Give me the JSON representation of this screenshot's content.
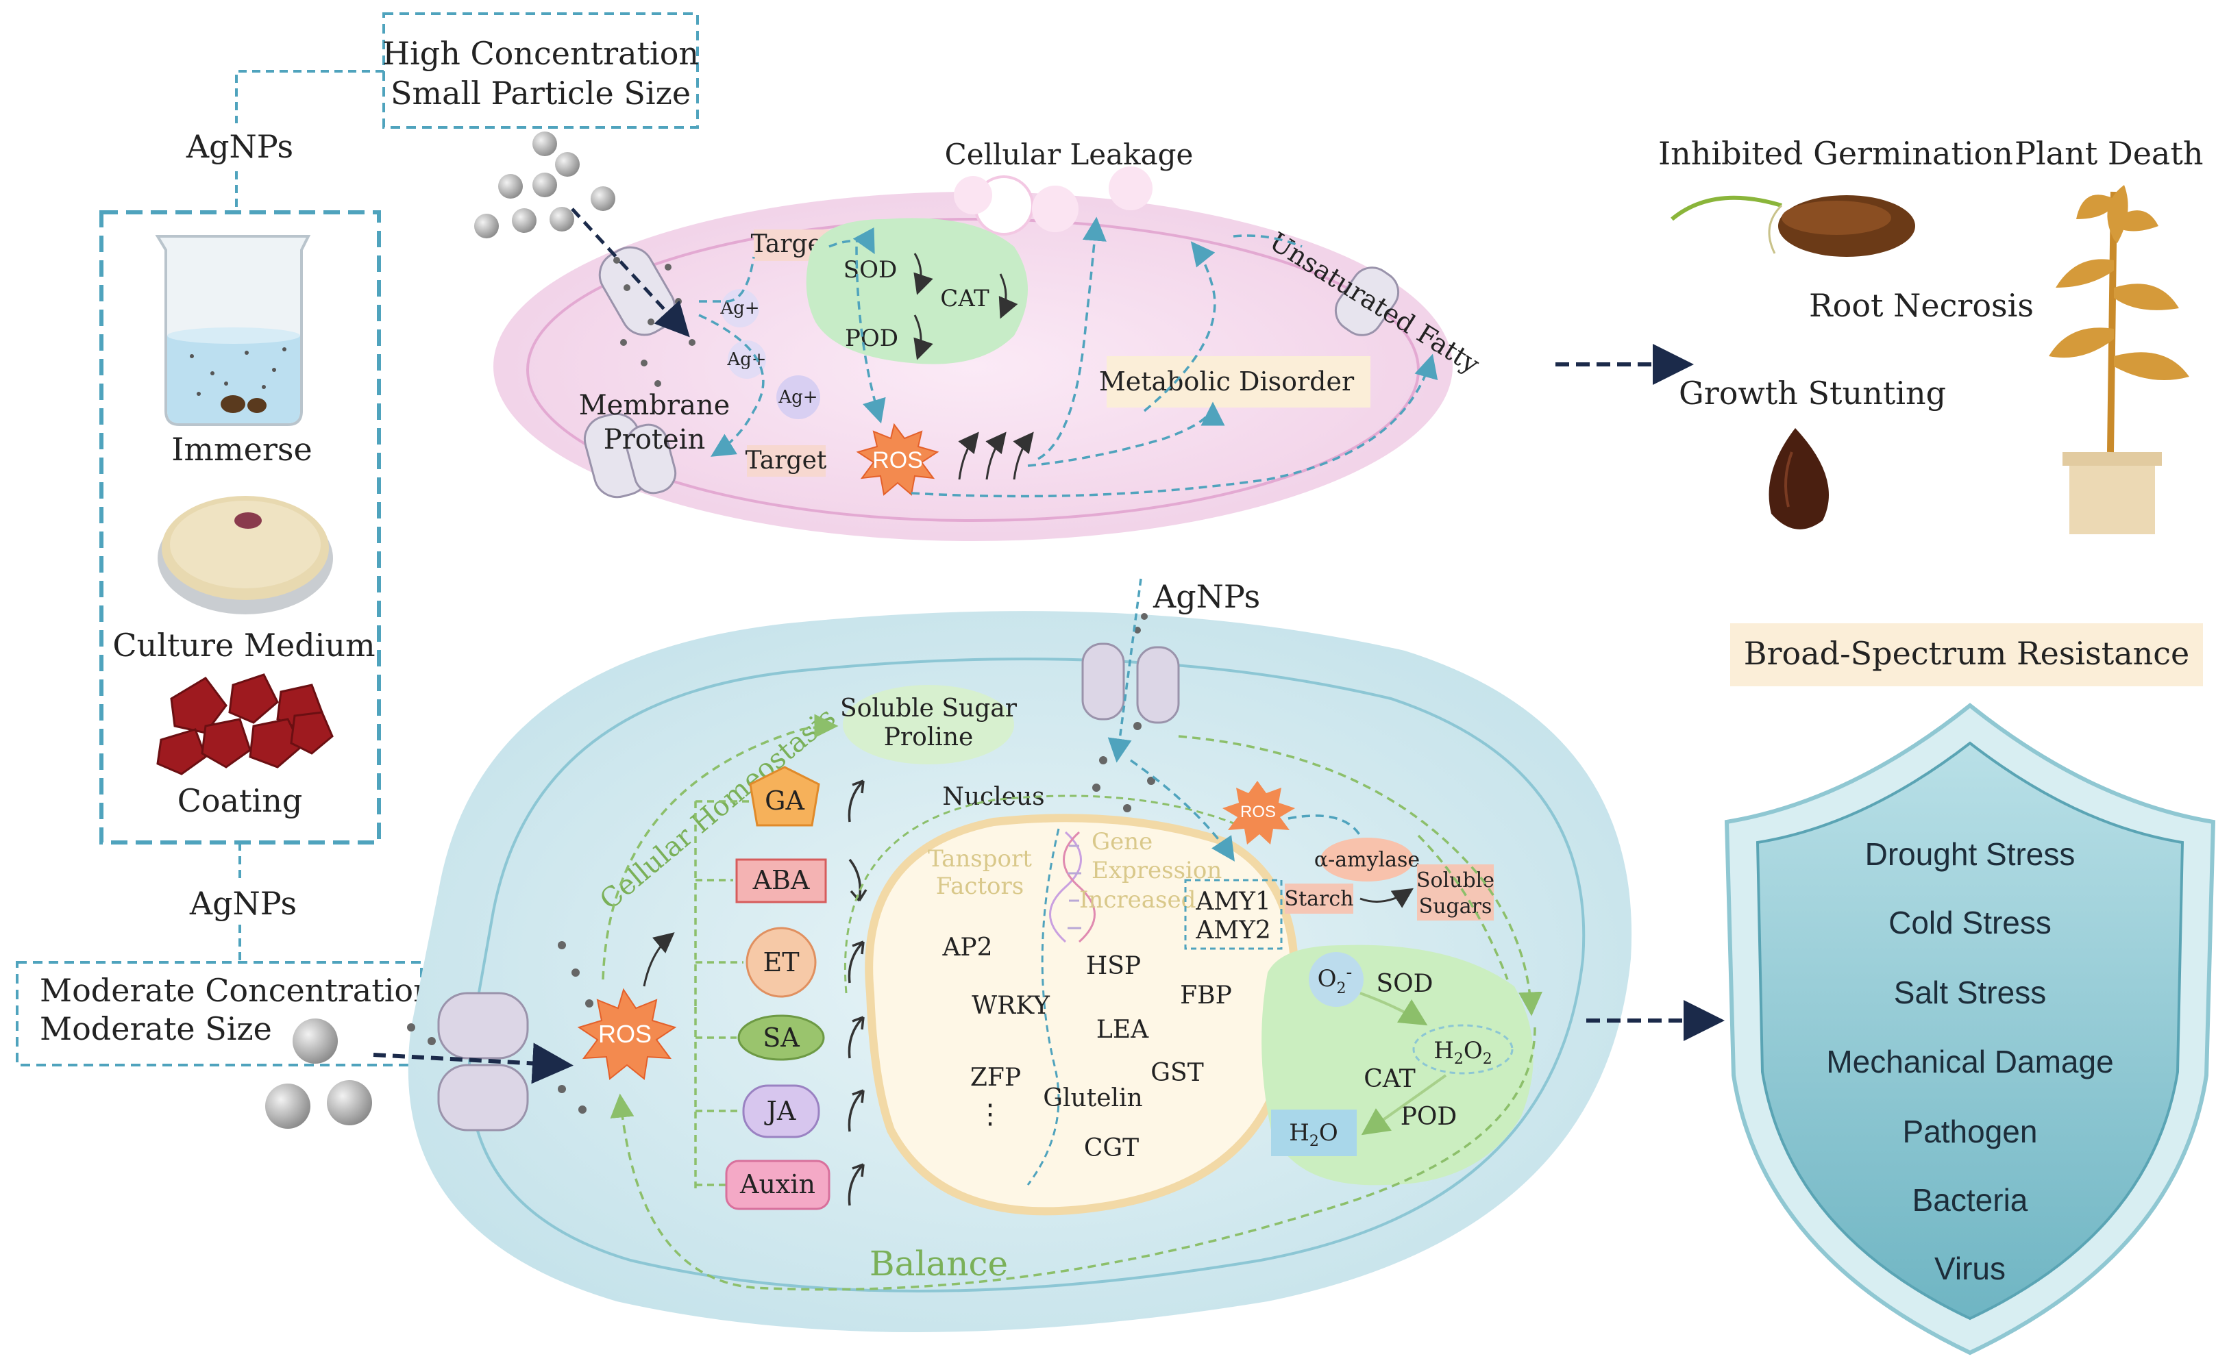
{
  "inputs": {
    "high_condition": [
      "High Concentration",
      "Small Particle Size"
    ],
    "moderate_condition": [
      "Moderate Concentration",
      "Moderate Size"
    ],
    "agnps_label": "AgNPs",
    "methods": [
      "Immerse",
      "Culture Medium",
      "Coating"
    ]
  },
  "toxic_cell": {
    "cellular_leakage": "Cellular Leakage",
    "target": "Target",
    "ag_ion": "Ag+",
    "enzymes": [
      "SOD",
      "CAT",
      "POD"
    ],
    "metabolic_disorder": "Metabolic Disorder",
    "unsaturated_fatty": "Unsaturated Fatty",
    "membrane_protein": [
      "Membrane",
      "Protein"
    ],
    "ros": "ROS"
  },
  "toxic_outcomes": {
    "inhibited_germination": "Inhibited Germination",
    "plant_death": "Plant Death",
    "root_necrosis": "Root Necrosis",
    "growth_stunting": "Growth Stunting"
  },
  "beneficial_cell": {
    "agnps_label": "AgNPs",
    "soluble_sugar": [
      "Soluble Sugar",
      "Proline"
    ],
    "cellular_homeostasis": "Cellular Homeostasis",
    "hormones": [
      "GA",
      "ABA",
      "ET",
      "SA",
      "JA",
      "Auxin"
    ],
    "hormone_trend": [
      "up",
      "down",
      "up",
      "up",
      "up",
      "up"
    ],
    "nucleus": "Nucleus",
    "transport_factors": [
      "Tansport",
      "Factors"
    ],
    "gene_expression": [
      "Gene",
      "Expression",
      "Increased"
    ],
    "genes_left": [
      "AP2",
      "WRKY",
      "ZFP",
      "⋮"
    ],
    "genes_right": [
      "HSP",
      "FBP",
      "LEA",
      "GST",
      "Glutelin",
      "CGT"
    ],
    "amy": [
      "AMY1",
      "AMY2"
    ],
    "ros": "ROS",
    "alpha_amylase": "α-amylase",
    "starch": "Starch",
    "soluble_sugars": [
      "Soluble",
      "Sugars"
    ],
    "o2": "O",
    "o2_sub": "2",
    "o2_sup": "-",
    "sod": "SOD",
    "h2o2": "H",
    "h2o2_sub1": "2",
    "h2o2_o": "O",
    "h2o2_sub2": "2",
    "cat": "CAT",
    "pod": "POD",
    "h2o": "H",
    "h2o_sub": "2",
    "h2o_o": "O",
    "balance": "Balance"
  },
  "resistance": {
    "title": "Broad-Spectrum Resistance",
    "items": [
      "Drought Stress",
      "Cold Stress",
      "Salt Stress",
      "Mechanical Damage",
      "Pathogen",
      "Bacteria",
      "Virus"
    ]
  },
  "colors": {
    "toxic_cell": "#f6dcef",
    "beneficial_cell": "#cfe8ef",
    "dash_blue": "#4fa3bd",
    "dash_green": "#8cbf6a",
    "ros": "#f38a4f",
    "shield": "#8fc7d2"
  }
}
